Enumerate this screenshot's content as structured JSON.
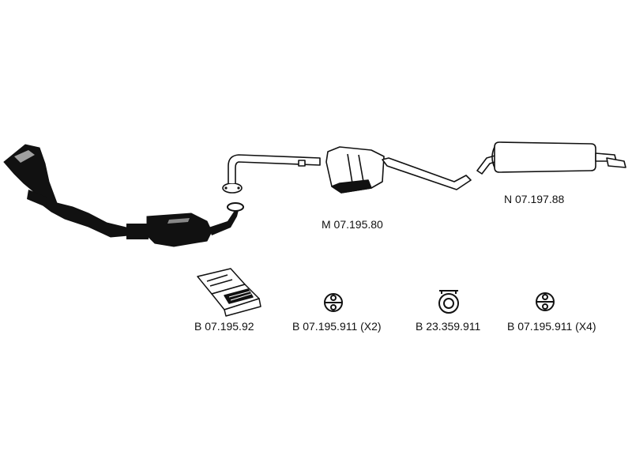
{
  "parts": {
    "middle_section": {
      "code": "M 07.195.80"
    },
    "rear_silencer": {
      "code": "N 07.197.88"
    },
    "mounting_kit": {
      "code": "B 07.195.92"
    },
    "rubber_mount_a": {
      "code": "B 07.195.911 (X2)"
    },
    "clamp": {
      "code": "B 23.359.911"
    },
    "rubber_mount_b": {
      "code": "B 07.195.911 (X4)"
    }
  },
  "colors": {
    "ink": "#111111",
    "background": "#ffffff"
  }
}
